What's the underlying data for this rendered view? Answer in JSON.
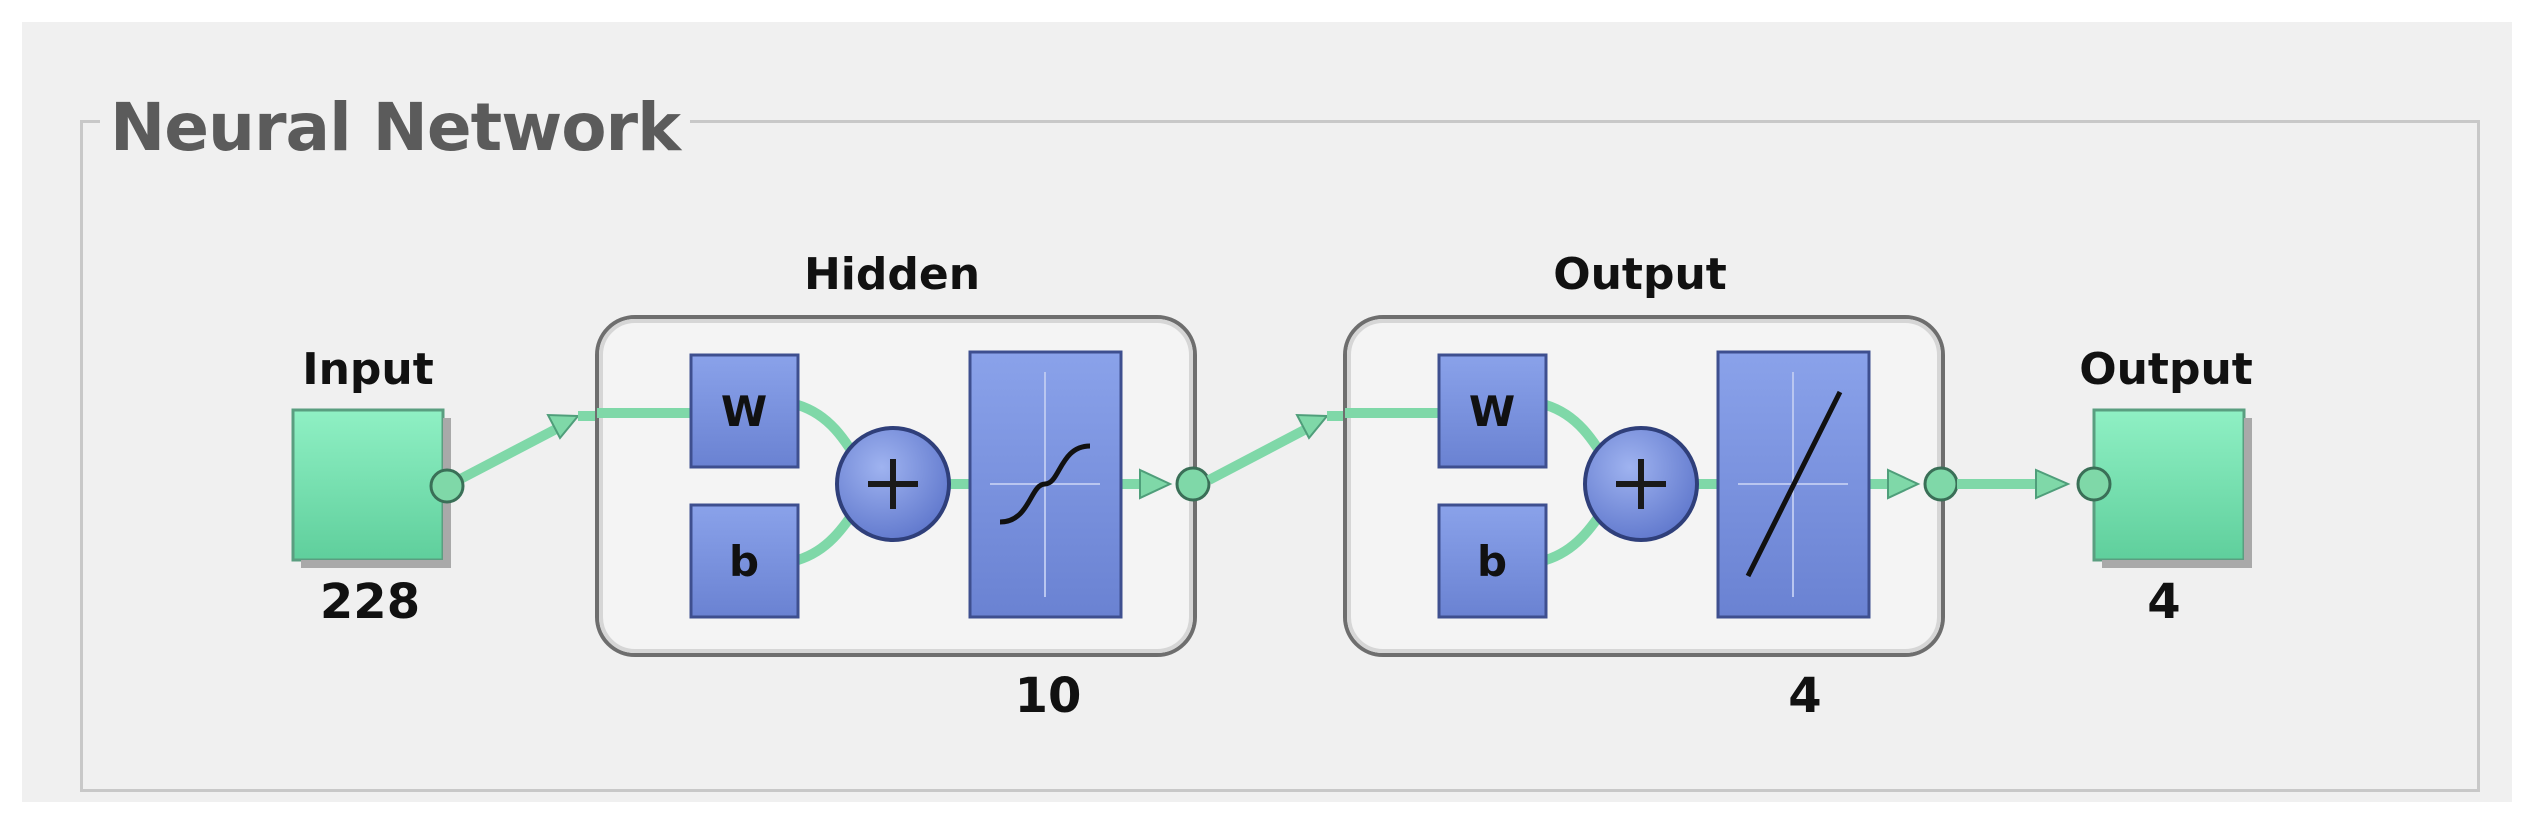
{
  "panel": {
    "title": "Neural Network"
  },
  "diagram": {
    "input": {
      "label": "Input",
      "size": "228"
    },
    "hidden_layer": {
      "label": "Hidden",
      "size": "10",
      "weight_label": "W",
      "bias_label": "b",
      "transfer": "sigmoid"
    },
    "output_layer": {
      "label": "Output",
      "size": "4",
      "weight_label": "W",
      "bias_label": "b",
      "transfer": "linear"
    },
    "output": {
      "label": "Output",
      "size": "4"
    }
  },
  "colors": {
    "node_green": "#78e2b4",
    "block_blue": "#7b93df",
    "link_green": "#7fd8a8",
    "panel_bg": "#f0f0f0"
  }
}
